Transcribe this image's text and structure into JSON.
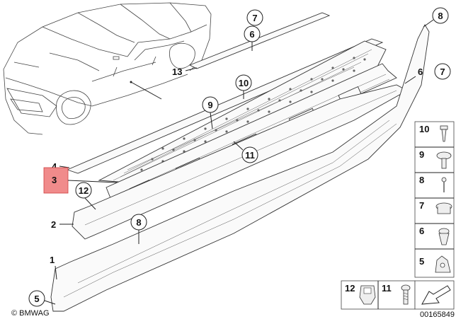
{
  "title": "",
  "callouts": [
    {
      "id": "c7",
      "text": "7"
    },
    {
      "id": "c6",
      "text": "6"
    },
    {
      "id": "c13",
      "text": "13"
    },
    {
      "id": "c8top",
      "text": "8"
    },
    {
      "id": "c6r",
      "text": "6"
    },
    {
      "id": "c7r",
      "text": "7"
    },
    {
      "id": "c10",
      "text": "10"
    },
    {
      "id": "c9",
      "text": "9"
    },
    {
      "id": "c11",
      "text": "11"
    },
    {
      "id": "c4",
      "text": "4"
    },
    {
      "id": "c3",
      "text": "3"
    },
    {
      "id": "c12",
      "text": "12"
    },
    {
      "id": "c2",
      "text": "2"
    },
    {
      "id": "c8mid",
      "text": "8"
    },
    {
      "id": "c1",
      "text": "1"
    },
    {
      "id": "c5",
      "text": "5"
    }
  ],
  "legend": {
    "items": [
      {
        "number": "10",
        "icon": "pin-icon"
      },
      {
        "number": "9",
        "icon": "rivet-icon"
      },
      {
        "number": "8",
        "icon": "nail-icon"
      },
      {
        "number": "7",
        "icon": "grommet-icon"
      },
      {
        "number": "6",
        "icon": "clip-icon"
      },
      {
        "number": "5",
        "icon": "nut-clip-icon"
      }
    ],
    "bottom_items": [
      {
        "number": "12",
        "icon": "bracket-clip-icon"
      },
      {
        "number": "11",
        "icon": "screw-icon"
      }
    ]
  },
  "copyright": "© BMWAG",
  "diagram_number": "00165849",
  "highlight_color": "#f08b8b"
}
